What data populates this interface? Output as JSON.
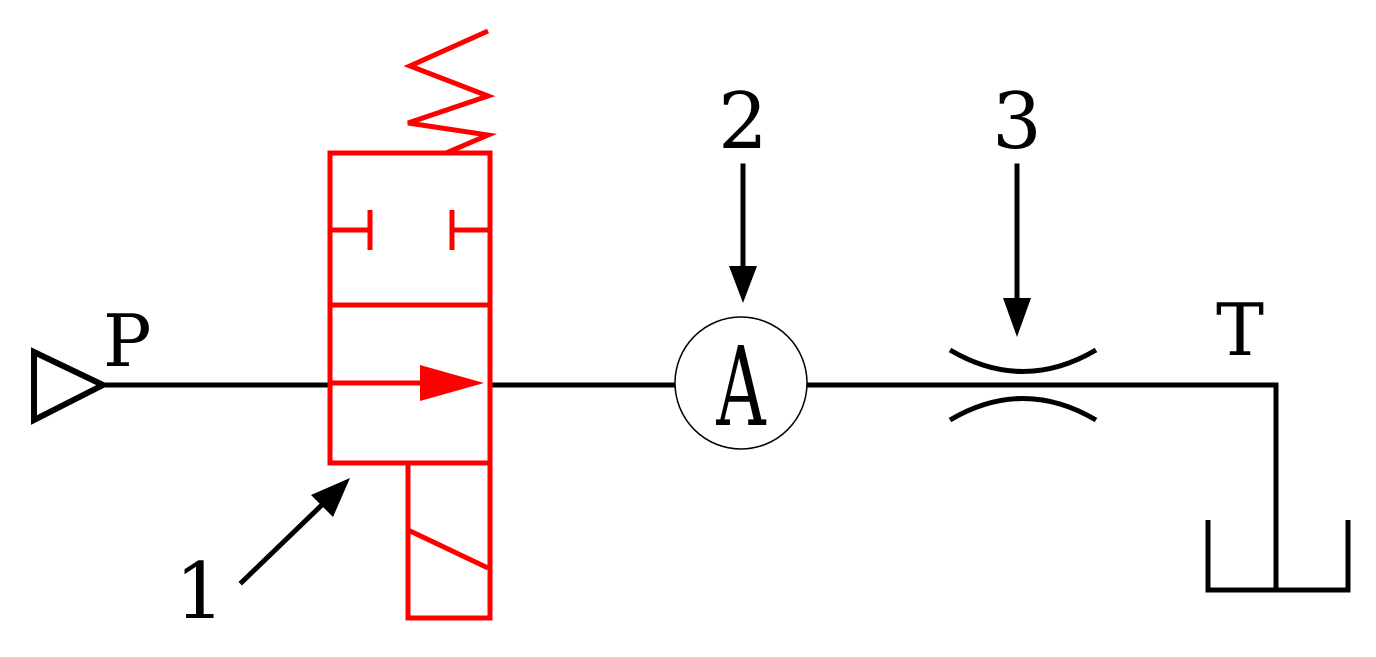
{
  "colors": {
    "line": "#000000",
    "valve": "#ff0000",
    "background": "#ffffff"
  },
  "labels": {
    "pressure_port": "P",
    "tank_port": "T",
    "valve_number": "1",
    "ammeter_number": "2",
    "throttle_number": "3",
    "ammeter_symbol": "A"
  }
}
